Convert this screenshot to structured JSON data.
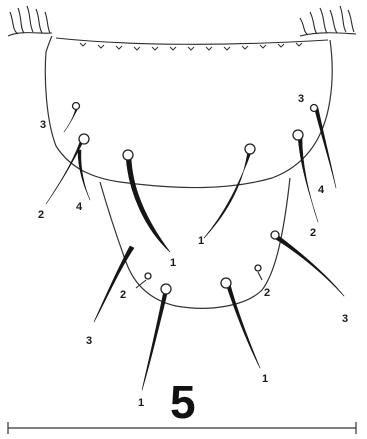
{
  "figure": {
    "number": "5",
    "labels": {
      "l3_top_left": "3",
      "l2_left": "2",
      "l4_left": "4",
      "l3_top_right": "3",
      "l4_right": "4",
      "l2_right": "2",
      "l1_left_center": "1",
      "l1_right_center": "1",
      "l2_mid_left": "2",
      "l2_mid_right": "2",
      "l3_low_left": "3",
      "l3_low_right": "3",
      "l1_bottom_left": "1",
      "l1_bottom_right": "1"
    }
  }
}
